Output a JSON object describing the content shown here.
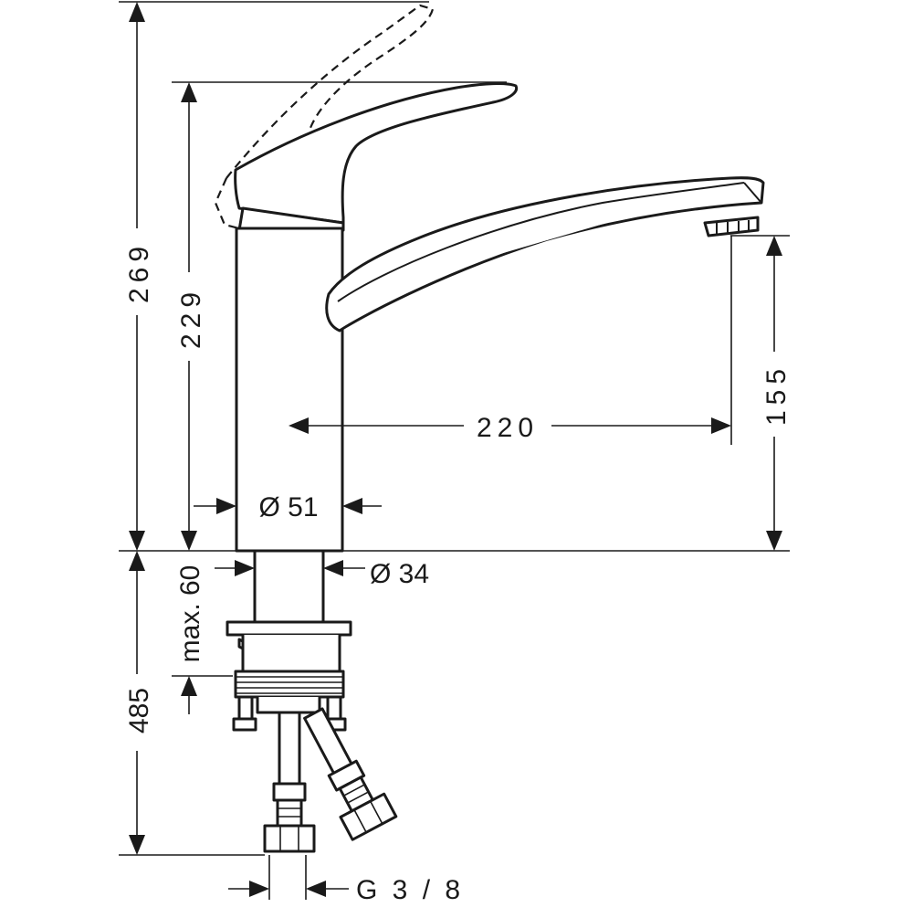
{
  "dimensions": {
    "total_height": "269",
    "handle_height": "229",
    "spout_reach": "220",
    "spout_clearance": "155",
    "body_diameter": "Ø 51",
    "shank_diameter": "Ø 34",
    "max_deck_thickness": "max. 60",
    "hose_length": "485",
    "connection_thread": "G 3 / 8"
  }
}
